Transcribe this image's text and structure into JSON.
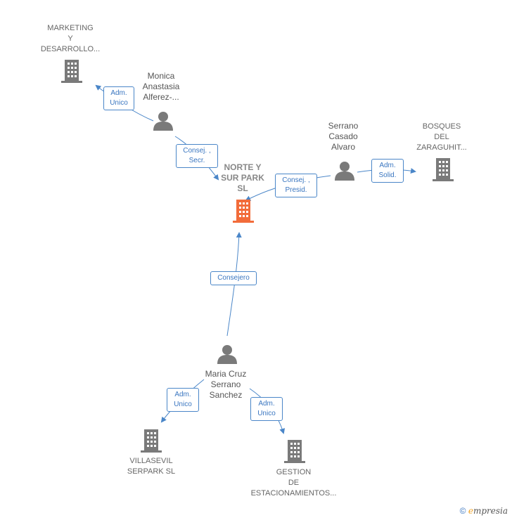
{
  "nodes": {
    "marketing": {
      "label": "MARKETING\nY\nDESARROLLO..."
    },
    "monica": {
      "label": "Monica\nAnastasia\nAlferez-..."
    },
    "center": {
      "label": "NORTE Y\nSUR PARK\nSL"
    },
    "serrano": {
      "label": "Serrano\nCasado\nAlvaro"
    },
    "bosques": {
      "label": "BOSQUES\nDEL\nZARAGUHIT..."
    },
    "maria": {
      "label": "Maria Cruz\nSerrano\nSanchez"
    },
    "villasevil": {
      "label": "VILLASEVIL\nSERPARK  SL"
    },
    "gestion": {
      "label": "GESTION\nDE\nESTACIONAMIENTOS..."
    }
  },
  "edges": {
    "monica_marketing": "Adm.\nUnico",
    "monica_center": "Consej. ,\nSecr.",
    "serrano_center": "Consej. ,\nPresid.",
    "serrano_bosques": "Adm.\nSolid.",
    "maria_center": "Consejero",
    "maria_villasevil": "Adm.\nUnico",
    "maria_gestion": "Adm.\nUnico"
  },
  "colors": {
    "center": "#f26c3a",
    "building": "#7a7a7a",
    "person": "#7a7a7a",
    "edge": "#4a86c8"
  },
  "footer": {
    "copyright": "©",
    "brand_e": "e",
    "brand_rest": "mpresia"
  }
}
